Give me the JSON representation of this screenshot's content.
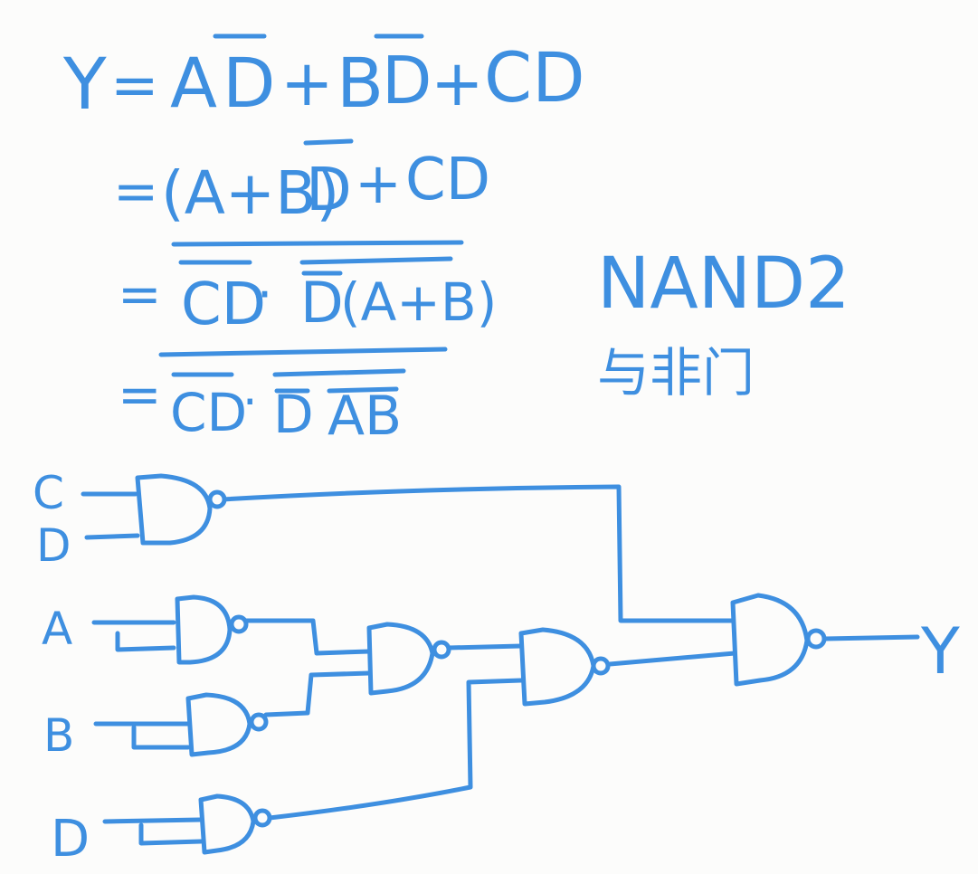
{
  "equations": {
    "line1": {
      "lhs": "Y",
      "eq": "=",
      "t1": "A",
      "t1_bar": "D",
      "plus1": "+",
      "t2": "B",
      "t2_bar": "D",
      "plus2": "+",
      "t3": "CD"
    },
    "line2": {
      "eq": "=",
      "group": "(A+B)",
      "bar": "D",
      "plus": "+",
      "term": "CD"
    },
    "line3": {
      "eq": "=",
      "a": "CD",
      "dot": "·",
      "b_bar": "D",
      "b_rest": "(A+B)"
    },
    "line4": {
      "eq": "=",
      "a": "CD",
      "dot": "·",
      "b_bar": "D",
      "c": "AB"
    }
  },
  "annotation": {
    "gate_name": "NAND2",
    "gate_name_cn": "与非门"
  },
  "circuit": {
    "inputs": [
      "C",
      "D",
      "A",
      "B",
      "D"
    ],
    "output": "Y"
  },
  "colors": {
    "ink": "#3e8fe0",
    "background": "#fcfcfb"
  }
}
